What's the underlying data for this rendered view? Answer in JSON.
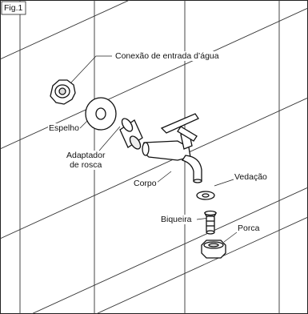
{
  "figure": {
    "tag": "Fig.1",
    "labels": {
      "inlet_connection": "Conexão de entrada d’água",
      "escutcheon": "Espelho",
      "thread_adapter": "Adaptador\nde rosca",
      "body": "Corpo",
      "seal": "Vedação",
      "spout": "Biqueira",
      "nut": "Porca"
    }
  }
}
